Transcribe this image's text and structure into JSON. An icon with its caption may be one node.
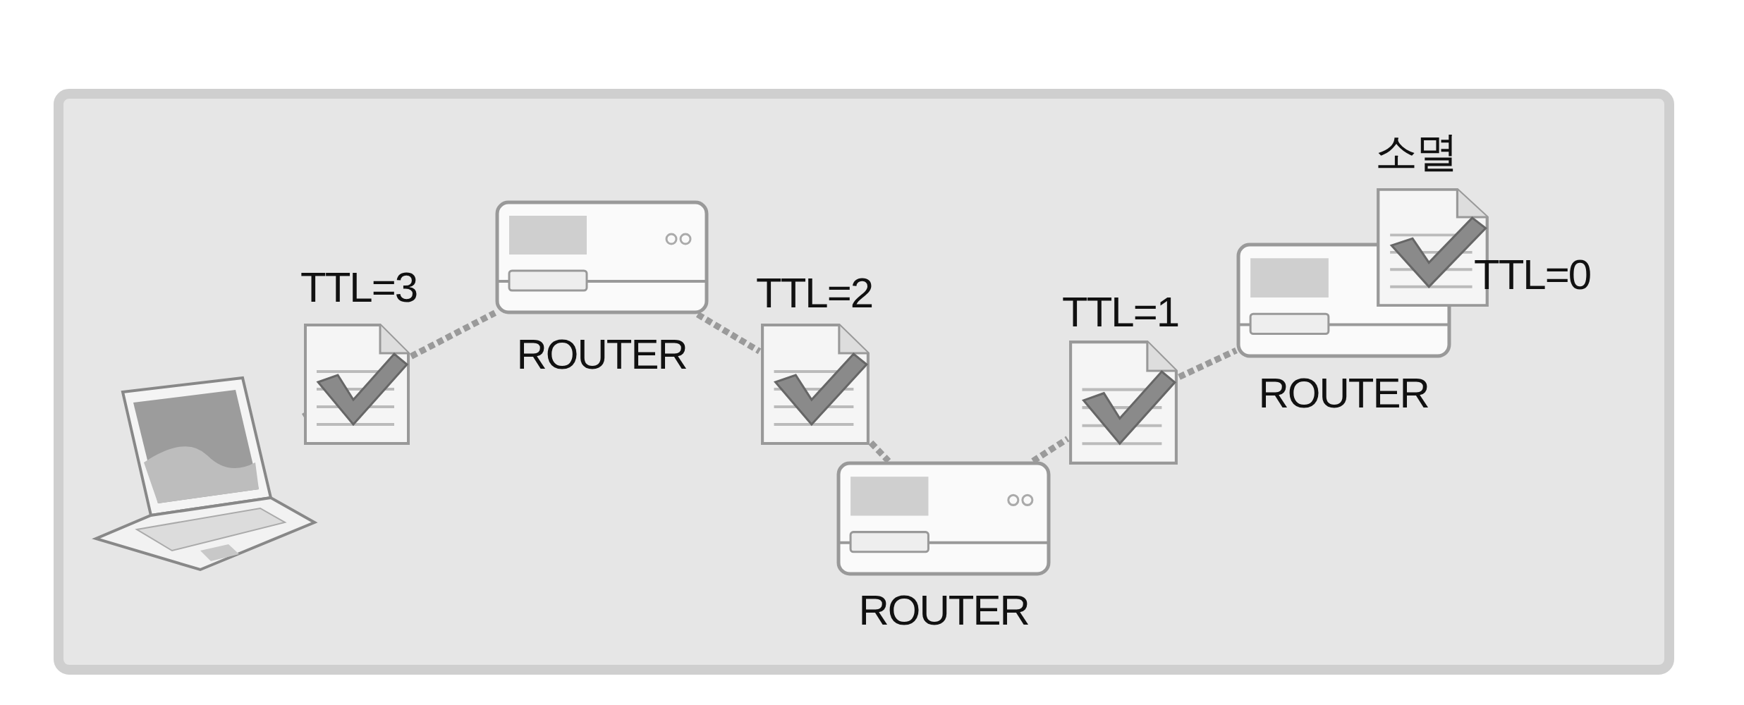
{
  "diagram": {
    "nodes": [
      {
        "text": [],
        "shape": "laptop"
      },
      {
        "text": [],
        "shape": "document",
        "beside": [
          "TTL=3"
        ]
      },
      {
        "text": [
          "ROUTER"
        ]
      },
      {
        "text": [],
        "shape": "document",
        "beside": [
          "TTL=2"
        ]
      },
      {
        "text": [
          "ROUTER"
        ]
      },
      {
        "text": [],
        "shape": "document",
        "beside": [
          "TTL=1"
        ]
      },
      {
        "text": [
          "ROUTER"
        ]
      },
      {
        "text": [],
        "shape": "document",
        "beside": [
          "소멸",
          "TTL=0"
        ]
      }
    ],
    "edges": [
      {
        "from": 0,
        "to": 1,
        "arrow": "none",
        "style": "dashed"
      },
      {
        "from": 1,
        "to": 2,
        "arrow": "none",
        "style": "dashed"
      },
      {
        "from": 2,
        "to": 3,
        "arrow": "none",
        "style": "dashed"
      },
      {
        "from": 3,
        "to": 4,
        "arrow": "none",
        "style": "dashed"
      },
      {
        "from": 4,
        "to": 5,
        "arrow": "none",
        "style": "dashed"
      },
      {
        "from": 5,
        "to": 6,
        "arrow": "none",
        "style": "dashed"
      }
    ]
  }
}
